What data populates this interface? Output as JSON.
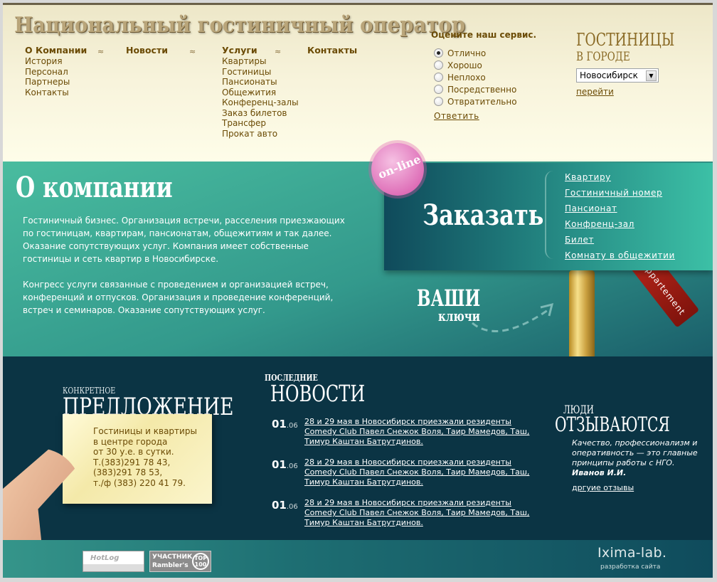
{
  "header": {
    "site_title": "Национальный гостиничный оператор",
    "nav": [
      {
        "label": "О Компании",
        "items": [
          "История",
          "Персонал",
          "Партнеры",
          "Контакты"
        ]
      },
      {
        "label": "Новости",
        "items": []
      },
      {
        "label": "Услуги",
        "items": [
          "Квартиры",
          "Гостиницы",
          "Пансионаты",
          "Общежития",
          "Конференц-залы",
          "Заказ билетов",
          "Трансфер",
          "Прокат авто"
        ]
      },
      {
        "label": "Контакты",
        "items": []
      }
    ],
    "separator": "≈"
  },
  "poll": {
    "title": "Оцените наш сервис.",
    "options": [
      "Отлично",
      "Хорошо",
      "Неплохо",
      "Посредственно",
      "Отвратительно"
    ],
    "selected": "Отлично",
    "submit_label": "Ответить"
  },
  "cities": {
    "title": "ГОСТИНИЦЫ",
    "subtitle": "В ГОРОДЕ",
    "selected_city": "Новосибирск",
    "go_label": "перейти"
  },
  "about": {
    "title": "О компании",
    "paragraphs": [
      "Гостиничный бизнес. Организация встречи, расселения приезжающих по гостиницам, квартирам, пансионатам, общежитиям и так далее. Оказание сопутствующих услуг. Компания имеет собственные гостиницы и сеть квартир в Новосибирске.",
      "Конгресс услуги связанные с проведением и организацией встреч, конференций и отпусков. Организация и проведение конференций, встреч и семинаров. Оказание сопутствующих услуг."
    ]
  },
  "order": {
    "badge": "on-line",
    "title": "Заказать",
    "links": [
      "Квартиру",
      "Гостиничный номер",
      "Пансионат",
      "Конфренц-зал",
      "Билет",
      "Комнату в общежитии"
    ],
    "keys_line1": "ВАШИ",
    "keys_line2": "ключи",
    "tag": "Appartement"
  },
  "offer": {
    "title_small": "КОНКРЕТНОЕ",
    "title_big": "ПРЕДЛОЖЕНИЕ",
    "lines": [
      "Гостиницы и квартиры",
      "в центре города",
      "от 30 у.е. в сутки.",
      "Т.(383)291 78 43,",
      "(383)291 78 53,",
      "т./ф (383) 220 41 79."
    ]
  },
  "news": {
    "title_small": "ПОСЛЕДНИЕ",
    "title_big": "НОВОСТИ",
    "items": [
      {
        "day": "01",
        "month": ".06",
        "text": "28 и 29 мая в Новосибирск приезжали резиденты Comedy Club Павел Снежок Воля, Таир Мамедов, Таш, Тимур Каштан Батрутдинов."
      },
      {
        "day": "01",
        "month": ".06",
        "text": "28 и 29 мая в Новосибирск приезжали резиденты Comedy Club Павел Снежок Воля, Таир Мамедов, Таш, Тимур Каштан Батрутдинов."
      },
      {
        "day": "01",
        "month": ".06",
        "text": "28 и 29 мая в Новосибирск приезжали резиденты Comedy Club Павел Снежок Воля, Таир Мамедов, Таш, Тимур Каштан Батрутдинов."
      }
    ]
  },
  "reviews": {
    "title_small": "ЛЮДИ",
    "title_big": "ОТЗЫВАЮТСЯ",
    "quote": "Качество, профессионализм и оперативность — это главные принципы работы с НГО.",
    "author": "Иванов И.И.",
    "more_label": "дргуие отзывы"
  },
  "footer": {
    "counter1": "HotLog",
    "counter2_line1": "УЧАСТНИК",
    "counter2_line2": "Rambler's",
    "counter2_badge": "TOP 100",
    "developer": "Ixima-lab.",
    "developer_sub": "разработка сайта"
  },
  "colors": {
    "header_text": "#6b4b05",
    "teal": "#3cb69c",
    "dark": "#0b3444"
  }
}
